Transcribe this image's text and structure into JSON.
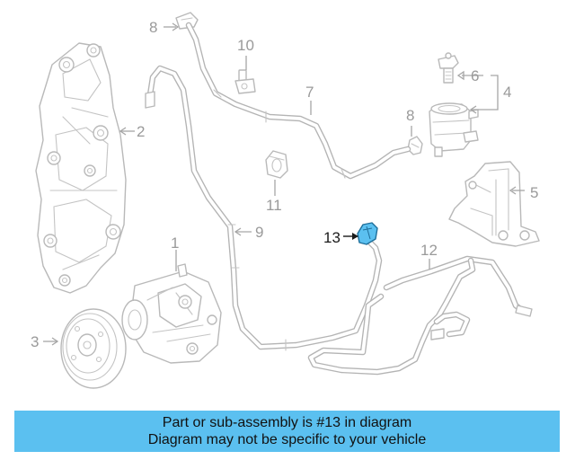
{
  "callouts": {
    "c1": "1",
    "c2": "2",
    "c3": "3",
    "c4": "4",
    "c5": "5",
    "c6": "6",
    "c7": "7",
    "c8a": "8",
    "c8b": "8",
    "c9": "9",
    "c10": "10",
    "c11": "11",
    "c12": "12",
    "c13": "13"
  },
  "highlighted_part": "13",
  "colors": {
    "highlight": "#5bc0f0",
    "banner": "#5bc0f0",
    "linework": "#b9b9b9"
  },
  "banner": {
    "line1": "Part or sub-assembly is #13 in diagram",
    "line2": "Diagram may not be specific to your vehicle"
  }
}
